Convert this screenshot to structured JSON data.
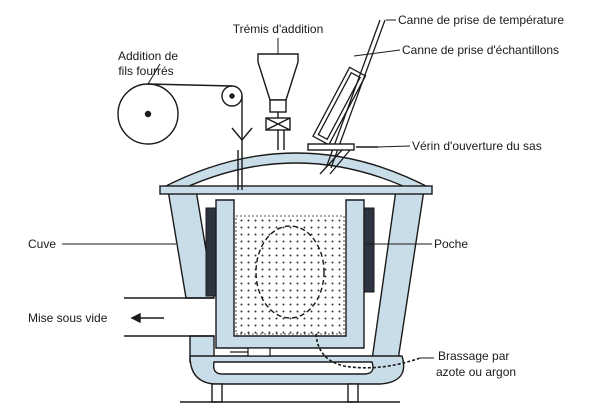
{
  "labels": {
    "tremis": "Trémis d'addition",
    "canne_temp": "Canne de prise de température",
    "canne_ech": "Canne de prise d'échantillons",
    "fils_line1": "Addition de",
    "fils_line2": "fils fourrés",
    "verin": "Vérin d'ouverture du sas",
    "cuve": "Cuve",
    "poche": "Poche",
    "vide": "Mise sous vide",
    "brassage_line1": "Brassage par",
    "brassage_line2": "azote ou argon"
  },
  "colors": {
    "vessel_fill": "#c9dde8",
    "ink": "#1a1a1a",
    "refractory": "#2e3342",
    "steel_fill": "#ffffff"
  }
}
